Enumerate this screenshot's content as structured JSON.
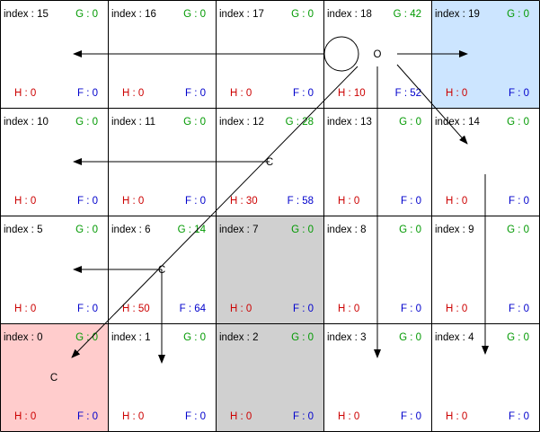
{
  "grid": {
    "cols": 5,
    "rows": 4,
    "colors": {
      "gray": "#d0d0d0",
      "blue": "#cce5ff",
      "red": "#ffcccc"
    },
    "cells": [
      {
        "index": "index : 15",
        "g": "G : 0",
        "h": "H : 0",
        "f": "F : 0",
        "fill": ""
      },
      {
        "index": "index : 16",
        "g": "G : 0",
        "h": "H : 0",
        "f": "F : 0",
        "fill": ""
      },
      {
        "index": "index : 17",
        "g": "G : 0",
        "h": "H : 0",
        "f": "F : 0",
        "fill": ""
      },
      {
        "index": "index : 18",
        "g": "G : 42",
        "h": "H : 10",
        "f": "F : 52",
        "fill": ""
      },
      {
        "index": "index : 19",
        "g": "G : 0",
        "h": "H : 0",
        "f": "F : 0",
        "fill": "blue"
      },
      {
        "index": "index : 10",
        "g": "G : 0",
        "h": "H : 0",
        "f": "F : 0",
        "fill": ""
      },
      {
        "index": "index : 11",
        "g": "G : 0",
        "h": "H : 0",
        "f": "F : 0",
        "fill": ""
      },
      {
        "index": "index : 12",
        "g": "G : 28",
        "h": "H : 30",
        "f": "F : 58",
        "fill": ""
      },
      {
        "index": "index : 13",
        "g": "G : 0",
        "h": "H : 0",
        "f": "F : 0",
        "fill": ""
      },
      {
        "index": "index : 14",
        "g": "G : 0",
        "h": "H : 0",
        "f": "F : 0",
        "fill": ""
      },
      {
        "index": "index : 5",
        "g": "G : 0",
        "h": "H : 0",
        "f": "F : 0",
        "fill": ""
      },
      {
        "index": "index : 6",
        "g": "G : 14",
        "h": "H : 50",
        "f": "F : 64",
        "fill": ""
      },
      {
        "index": "index : 7",
        "g": "G : 0",
        "h": "H : 0",
        "f": "F : 0",
        "fill": "gray"
      },
      {
        "index": "index : 8",
        "g": "G : 0",
        "h": "H : 0",
        "f": "F : 0",
        "fill": ""
      },
      {
        "index": "index : 9",
        "g": "G : 0",
        "h": "H : 0",
        "f": "F : 0",
        "fill": ""
      },
      {
        "index": "index : 0",
        "g": "G : 0",
        "h": "H : 0",
        "f": "F : 0",
        "fill": "red"
      },
      {
        "index": "index : 1",
        "g": "G : 0",
        "h": "H : 0",
        "f": "F : 0",
        "fill": ""
      },
      {
        "index": "index : 2",
        "g": "G : 0",
        "h": "H : 0",
        "f": "F : 0",
        "fill": "gray"
      },
      {
        "index": "index : 3",
        "g": "G : 0",
        "h": "H : 0",
        "f": "F : 0",
        "fill": ""
      },
      {
        "index": "index : 4",
        "g": "G : 0",
        "h": "H : 0",
        "f": "F : 0",
        "fill": ""
      }
    ]
  },
  "markers": {
    "start": "O",
    "path_1": "C",
    "path_2": "C",
    "goal": "C"
  },
  "styles": {
    "g_color": "#009900",
    "h_color": "#cc0000",
    "f_color": "#0000cc",
    "line_color": "#000000"
  }
}
